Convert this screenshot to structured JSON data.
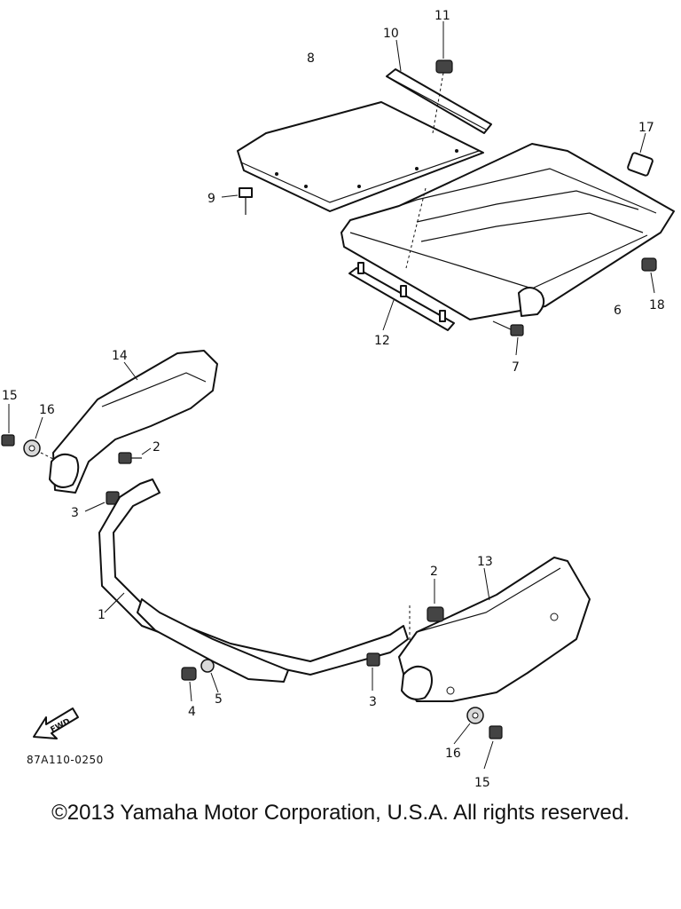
{
  "diagram": {
    "callouts": {
      "c1": "1",
      "c2a": "2",
      "c2b": "2",
      "c3a": "3",
      "c3b": "3",
      "c4": "4",
      "c5": "5",
      "c6": "6",
      "c7": "7",
      "c8": "8",
      "c9": "9",
      "c10": "10",
      "c11": "11",
      "c12": "12",
      "c13": "13",
      "c14": "14",
      "c15a": "15",
      "c15b": "15",
      "c16a": "16",
      "c16b": "16",
      "c17": "17",
      "c18": "18"
    },
    "drawing_code": "87A110-0250",
    "front_arrow_label": "FWD"
  },
  "footer": {
    "copyright": "©2013 Yamaha Motor Corporation, U.S.A. All rights reserved."
  }
}
